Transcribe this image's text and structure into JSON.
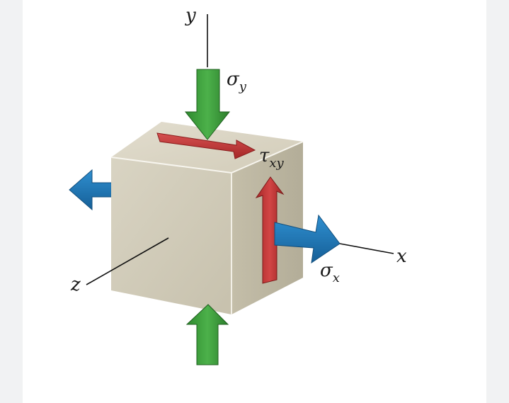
{
  "labels": {
    "y_axis": "y",
    "x_axis": "x",
    "z_axis": "z",
    "sigma_y": {
      "symbol": "σ",
      "sub": "y"
    },
    "sigma_x": {
      "symbol": "σ",
      "sub": "x"
    },
    "tau_xy": {
      "symbol": "τ",
      "sub": "xy"
    }
  },
  "colors": {
    "normal_stress_y": "#3a9a3a",
    "normal_stress_x": "#1f73b0",
    "shear_stress": "#c23a3a",
    "cube_face": "#d8d3c1"
  }
}
